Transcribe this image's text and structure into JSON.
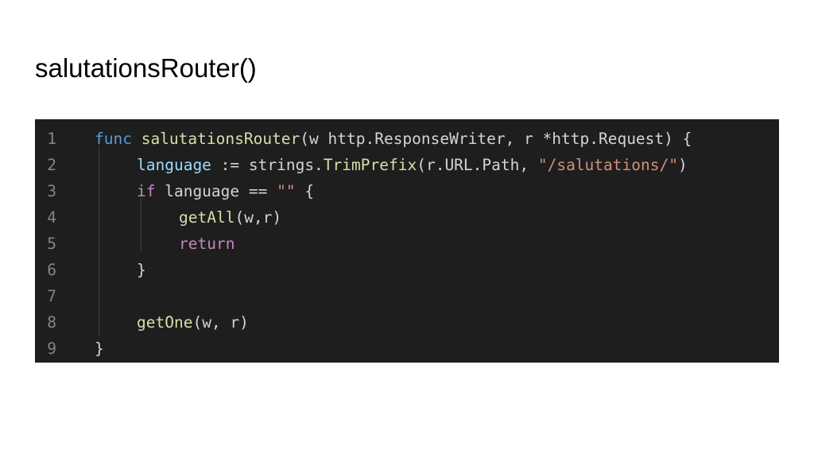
{
  "title": "salutationsRouter()",
  "code": {
    "lines": [
      {
        "number": "1",
        "indent": 0,
        "tokens": [
          {
            "text": "func ",
            "kind": "funckw"
          },
          {
            "text": "salutationsRouter",
            "kind": "func"
          },
          {
            "text": "(w http.ResponseWriter, r *http.Request) {",
            "kind": "text"
          }
        ]
      },
      {
        "number": "2",
        "indent": 1,
        "tokens": [
          {
            "text": "language",
            "kind": "var"
          },
          {
            "text": " := strings.",
            "kind": "text"
          },
          {
            "text": "TrimPrefix",
            "kind": "func"
          },
          {
            "text": "(r.URL.Path, ",
            "kind": "text"
          },
          {
            "text": "\"/salutations/\"",
            "kind": "string"
          },
          {
            "text": ")",
            "kind": "text"
          }
        ]
      },
      {
        "number": "3",
        "indent": 1,
        "tokens": [
          {
            "text": "if",
            "kind": "keyword"
          },
          {
            "text": " language == ",
            "kind": "text"
          },
          {
            "text": "\"\"",
            "kind": "string"
          },
          {
            "text": " {",
            "kind": "text"
          }
        ]
      },
      {
        "number": "4",
        "indent": 2,
        "tokens": [
          {
            "text": "getAll",
            "kind": "func"
          },
          {
            "text": "(w,r)",
            "kind": "text"
          }
        ]
      },
      {
        "number": "5",
        "indent": 2,
        "tokens": [
          {
            "text": "return",
            "kind": "keyword"
          }
        ]
      },
      {
        "number": "6",
        "indent": 1,
        "tokens": [
          {
            "text": "}",
            "kind": "text"
          }
        ]
      },
      {
        "number": "7",
        "indent": 0,
        "tokens": []
      },
      {
        "number": "8",
        "indent": 1,
        "tokens": [
          {
            "text": "getOne",
            "kind": "func"
          },
          {
            "text": "(w, r)",
            "kind": "text"
          }
        ]
      },
      {
        "number": "9",
        "indent": 0,
        "tokens": [
          {
            "text": "}",
            "kind": "text"
          }
        ]
      }
    ]
  },
  "colors": {
    "editor_background": "#1e1e1e",
    "line_number": "#858585",
    "keyword": "#c586c0",
    "func_keyword": "#569cd6",
    "function": "#dcdcaa",
    "variable": "#9cdcfe",
    "string": "#ce9178",
    "text": "#d4d4d4"
  }
}
